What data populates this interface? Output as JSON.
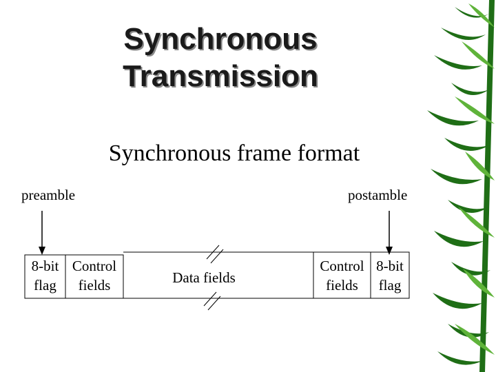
{
  "slide": {
    "title_line1": "Synchronous",
    "title_line2": "Transmission",
    "subtitle": "Synchronous frame format"
  },
  "labels": {
    "preamble": "preamble",
    "postamble": "postamble"
  },
  "frame": {
    "left_flag": [
      "8-bit",
      "flag"
    ],
    "left_control": [
      "Control",
      "fields"
    ],
    "data": "Data fields",
    "right_control": [
      "Control",
      "fields"
    ],
    "right_flag": [
      "8-bit",
      "flag"
    ]
  },
  "colors": {
    "title": "#1a1a1a",
    "title_shadow": "#8a8a8a",
    "bamboo_dark": "#1f6e16",
    "bamboo_light": "#5fb33a"
  }
}
